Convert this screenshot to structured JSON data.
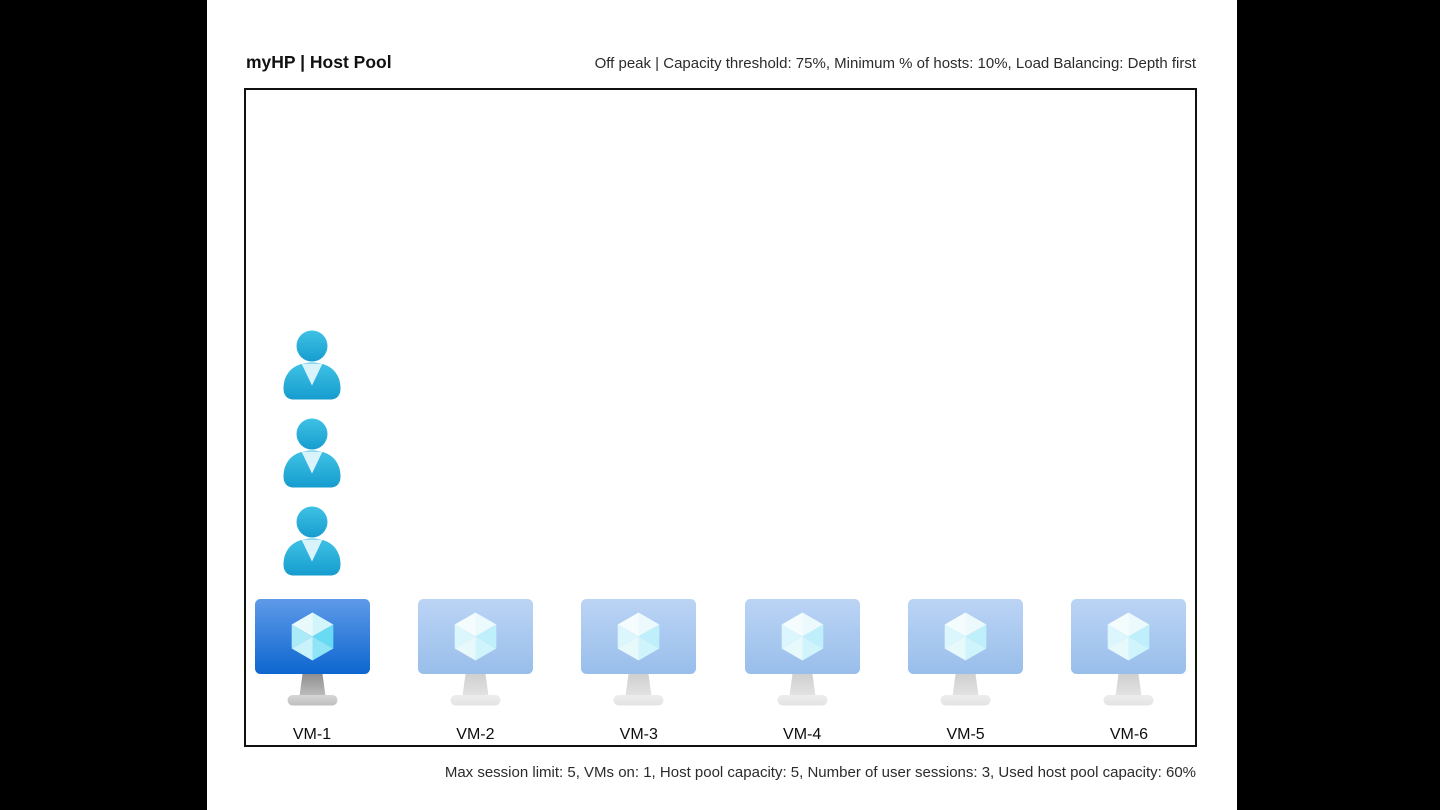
{
  "header": {
    "title": "myHP | Host Pool",
    "settings": "Off peak | Capacity threshold: 75%, Minimum % of hosts: 10%, Load Balancing: Depth first"
  },
  "footer": {
    "status": "Max session limit: 5, VMs on: 1, Host pool capacity: 5, Number of user sessions: 3, Used host pool capacity: 60%"
  },
  "host_pool": {
    "name": "myHP",
    "schedule_phase": "Off peak",
    "capacity_threshold_pct": 75,
    "minimum_pct_of_hosts": 10,
    "load_balancing": "Depth first",
    "max_session_limit": 5,
    "vms_on": 1,
    "host_pool_capacity": 5,
    "number_of_user_sessions": 3,
    "used_host_pool_capacity_pct": 60,
    "vms": [
      {
        "label": "VM-1",
        "state": "on",
        "sessions": 3
      },
      {
        "label": "VM-2",
        "state": "off",
        "sessions": 0
      },
      {
        "label": "VM-3",
        "state": "off",
        "sessions": 0
      },
      {
        "label": "VM-4",
        "state": "off",
        "sessions": 0
      },
      {
        "label": "VM-5",
        "state": "off",
        "sessions": 0
      },
      {
        "label": "VM-6",
        "state": "off",
        "sessions": 0
      }
    ]
  },
  "colors": {
    "background": "#000000",
    "panel": "#ffffff",
    "border": "#111111",
    "vm_screen_on_top": "#5f9ae9",
    "vm_screen_on_bottom": "#0d66cf",
    "user_top": "#40c2e5",
    "user_bottom": "#169dcf",
    "user_collar": "#daf3fa",
    "stand_gray": "#b0b0b0"
  }
}
